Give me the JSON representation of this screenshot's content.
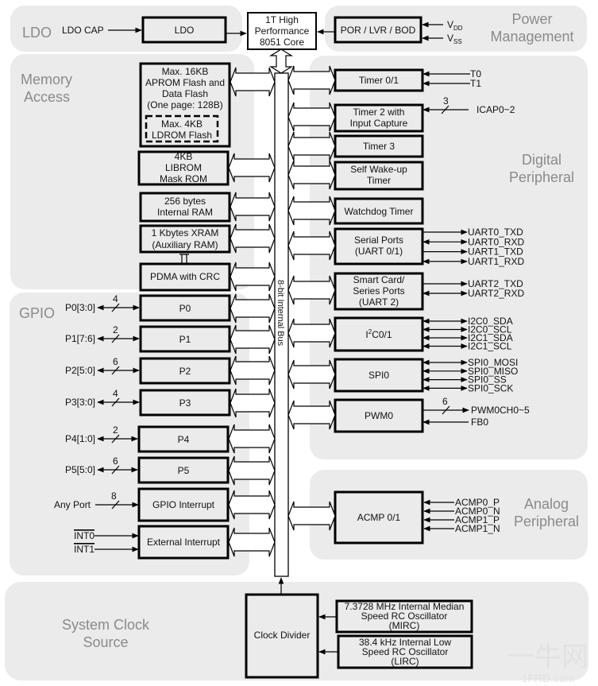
{
  "diagram": {
    "bus_label": "8-bit Internal Bus",
    "core": [
      "1T High",
      "Performance",
      "8051 Core"
    ]
  },
  "regions": {
    "ldo": "LDO",
    "power": [
      "Power",
      "Management"
    ],
    "memory": [
      "Memory",
      "Access"
    ],
    "digital": [
      "Digital",
      "Peripheral"
    ],
    "gpio": "GPIO",
    "analog": [
      "Analog",
      "Peripheral"
    ],
    "clock": [
      "System Clock",
      "Source"
    ]
  },
  "ldo": {
    "input": "LDO CAP",
    "block": "LDO"
  },
  "power": {
    "block": "POR / LVR / BOD",
    "inputs": [
      {
        "main": "V",
        "sub": "DD"
      },
      {
        "main": "V",
        "sub": "SS"
      }
    ]
  },
  "memory": {
    "aprom": [
      "Max. 16KB",
      "APROM Flash and",
      "Data Flash",
      "(One page: 128B)"
    ],
    "ldrom": [
      "Max. 4KB",
      "LDROM Flash"
    ],
    "librom": [
      "4KB",
      "LIBROM",
      "Mask ROM"
    ],
    "iram": [
      "256 bytes",
      "Internal RAM"
    ],
    "xram": [
      "1 Kbytes XRAM",
      "(Auxiliary RAM)"
    ],
    "pdma": "PDMA with CRC"
  },
  "gpio": {
    "ports": [
      {
        "signal": "P0[3:0]",
        "width": "4",
        "block": "P0"
      },
      {
        "signal": "P1[7:6]",
        "width": "2",
        "block": "P1"
      },
      {
        "signal": "P2[5:0]",
        "width": "6",
        "block": "P2"
      },
      {
        "signal": "P3[3:0]",
        "width": "4",
        "block": "P3"
      },
      {
        "signal": "P4[1:0]",
        "width": "2",
        "block": "P4"
      },
      {
        "signal": "P5[5:0]",
        "width": "6",
        "block": "P5"
      }
    ],
    "gpio_interrupt": {
      "signal": "Any Port",
      "width": "8",
      "block": "GPIO Interrupt"
    },
    "ext_interrupt": {
      "signals": [
        "INT0",
        "INT1"
      ],
      "block": "External Interrupt"
    }
  },
  "digital": {
    "timer01": {
      "block": "Timer 0/1",
      "signals": [
        "T0",
        "T1"
      ]
    },
    "timer2": {
      "block": [
        "Timer 2 with",
        "Input Capture"
      ],
      "width": "3",
      "signal": "ICAP0~2"
    },
    "timer3": {
      "block": "Timer 3"
    },
    "wkt": {
      "block": [
        "Self Wake-up",
        "Timer"
      ]
    },
    "wdt": {
      "block": "Watchdog Timer"
    },
    "uart01": {
      "block": [
        "Serial Ports",
        "(UART 0/1)"
      ],
      "signals": [
        "UART0_TXD",
        "UART0_RXD",
        "UART1_TXD",
        "UART1_RXD"
      ]
    },
    "uart2": {
      "block": [
        "Smart Card/",
        "Series Ports",
        "(UART 2)"
      ],
      "signals": [
        "UART2_TXD",
        "UART2_RXD"
      ]
    },
    "i2c": {
      "block_main": "I",
      "block_sup": "2",
      "block_rest": "C0/1",
      "signals": [
        "I2C0_SDA",
        "I2C0_SCL",
        "I2C1_SDA",
        "I2C1_SCL"
      ]
    },
    "spi": {
      "block": "SPI0",
      "signals": [
        "SPI0_MOSI",
        "SPI0_MISO",
        "SPI0_SS",
        "SPI0_SCK"
      ]
    },
    "pwm": {
      "block": "PWM0",
      "width": "6",
      "signals": [
        "PWM0CH0~5",
        "FB0"
      ]
    }
  },
  "analog": {
    "acmp": {
      "block": "ACMP 0/1",
      "signals": [
        "ACMP0_P",
        "ACMP0_N",
        "ACMP1_P",
        "ACMP1_N"
      ]
    }
  },
  "clock": {
    "divider": "Clock Divider",
    "mirc": [
      "7.3728 MHz Internal Median",
      "Speed RC Oscillator",
      "(MIRC)"
    ],
    "lirc": [
      "38.4 kHz Internal Low",
      "Speed RC Oscillator",
      "(LIRC)"
    ]
  },
  "watermark": {
    "main": "一牛网",
    "sub": "1FRD.com"
  }
}
